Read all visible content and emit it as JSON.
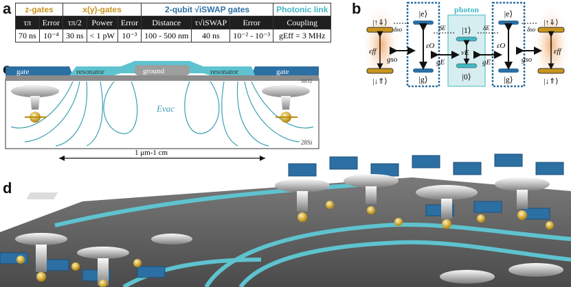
{
  "panels": {
    "a": "a",
    "b": "b",
    "c": "c",
    "d": "d"
  },
  "table": {
    "groups": [
      {
        "label": "z-gates"
      },
      {
        "label": "x(y)-gates"
      },
      {
        "label": "2-qubit √iSWAP gates"
      },
      {
        "label": "Photonic link"
      }
    ],
    "subheaders": [
      "τπ",
      "Error",
      "τπ/2",
      "Power",
      "Error",
      "Distance",
      "τ√iSWAP",
      "Error",
      "Coupling"
    ],
    "values": [
      "70 ns",
      "10⁻⁴",
      "30 ns",
      "< 1 pW",
      "10⁻³",
      "100 - 500 nm",
      "40 ns",
      "10⁻² - 10⁻³",
      "gEff = 3 MHz"
    ]
  },
  "diagram_b": {
    "photon_title": "photon",
    "left_spin_up": "|↑⇓⟩",
    "left_spin_down": "|↓⇑⟩",
    "right_spin_up": "|↑⇓⟩",
    "right_spin_down": "|↓⇑⟩",
    "e_state": "|e⟩",
    "g_state": "|g⟩",
    "photon_1": "|1⟩",
    "photon_0": "|0⟩",
    "eps_ff": "εff",
    "eps_o": "εO",
    "g_so": "gso",
    "g_e": "gE",
    "nu_e": "νE",
    "delta_so": "δso",
    "delta_e": "δE"
  },
  "diagram_c": {
    "gate_label": "gate",
    "resonator_label": "resonator",
    "ground_label": "ground",
    "sio2": "SiO2",
    "si28": "28Si",
    "evac": "Evac",
    "scale": "1 μm-1 cm"
  },
  "colors": {
    "gold": "#c9951c",
    "blue": "#2c6fa3",
    "teal": "#43b8c4",
    "orange_glow": "#f2b27a"
  }
}
